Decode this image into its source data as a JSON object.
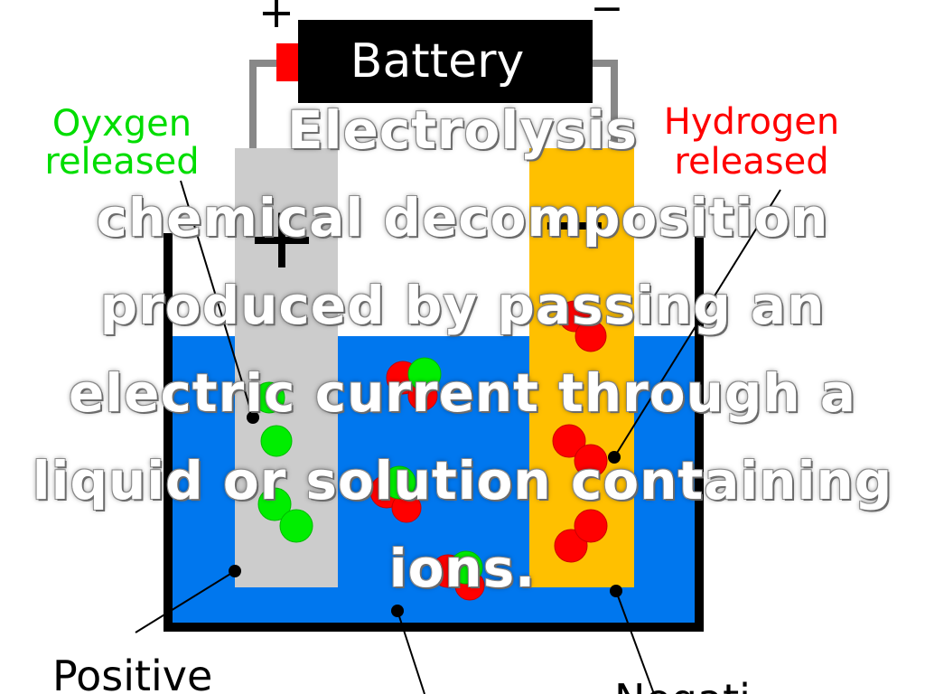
{
  "diagram": {
    "battery_label": "Battery",
    "plus_sign": "+",
    "minus_sign": "−",
    "oxygen_label_line1": "Oyxgen",
    "oxygen_label_line2": "released",
    "hydrogen_label_line1": "Hydrogen",
    "hydrogen_label_line2": "released",
    "anode_symbol": "+",
    "cathode_symbol": "−",
    "positive_label": "Positive",
    "negative_label_partial": "Negati",
    "colors": {
      "battery": "#000000",
      "battery_terminal": "#ff0000",
      "anode": "#cccccc",
      "cathode": "#ffc000",
      "electrolyte": "#0077ee",
      "container": "#000000",
      "oxygen_text": "#00dd00",
      "hydrogen_text": "#ff0000",
      "oxygen_atom": "#00ee00",
      "hydrogen_atom": "#ff0000"
    }
  },
  "overlay": {
    "title": "Electrolysis",
    "body": "chemical decomposition produced by passing an electric current through a liquid or solution containing ions."
  }
}
